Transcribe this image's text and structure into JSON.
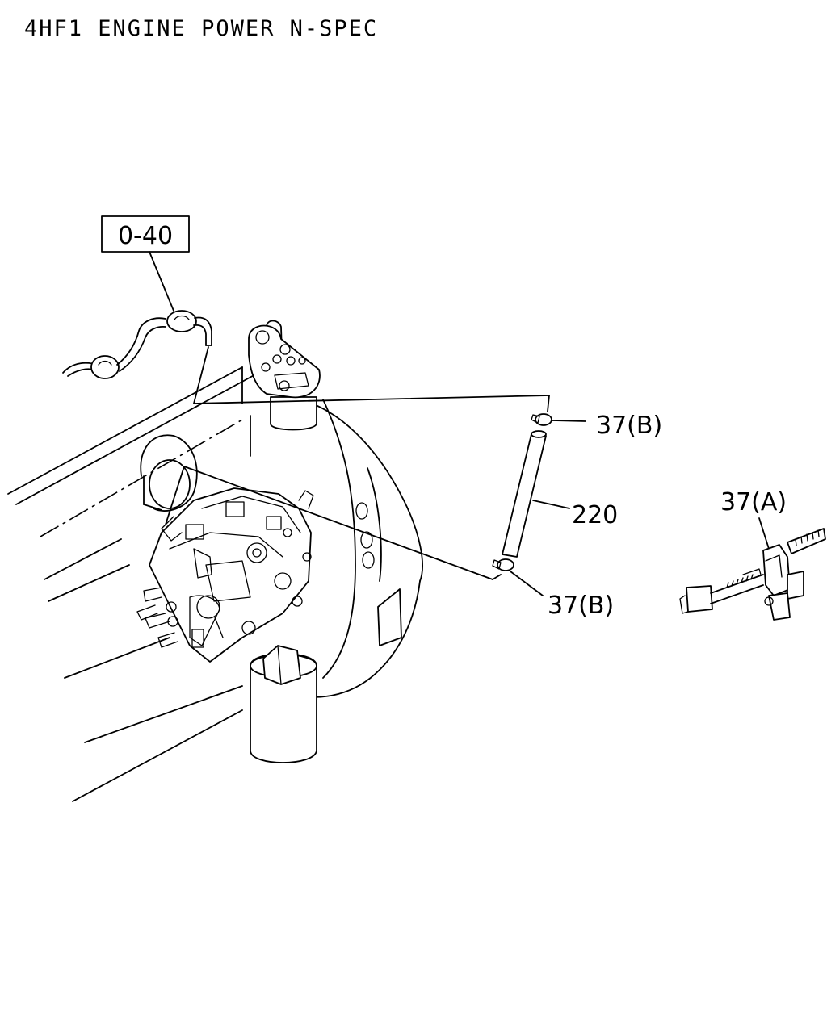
{
  "title": "4HF1 ENGINE POWER N-SPEC",
  "callouts": {
    "ref_box": "0-40",
    "clip_b_top": "37(B)",
    "hose": "220",
    "clip_a": "37(A)",
    "clip_b_bottom": "37(B)"
  }
}
